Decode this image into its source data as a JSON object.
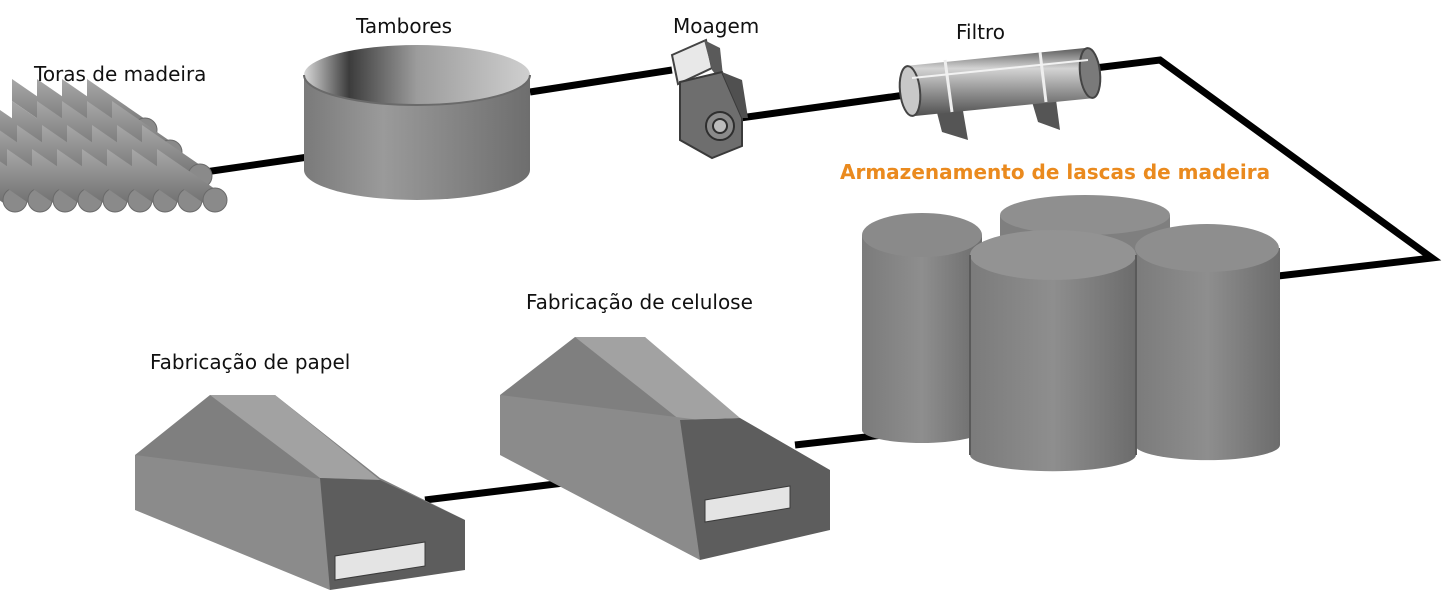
{
  "colors": {
    "accent": "#ea8a1e",
    "pipe": "#000000",
    "body": "#8c8c8c",
    "dark": "#5a5a5a",
    "light": "#c4c4c4",
    "panel": "#e6e6e6"
  },
  "stages": {
    "logs": "Toras de madeira",
    "drums": "Tambores",
    "grinding": "Moagem",
    "filter": "Filtro",
    "chip_storage": "Armazenamento de lascas de madeira",
    "pulp": "Fabricação de celulose",
    "paper": "Fabricação de papel"
  }
}
